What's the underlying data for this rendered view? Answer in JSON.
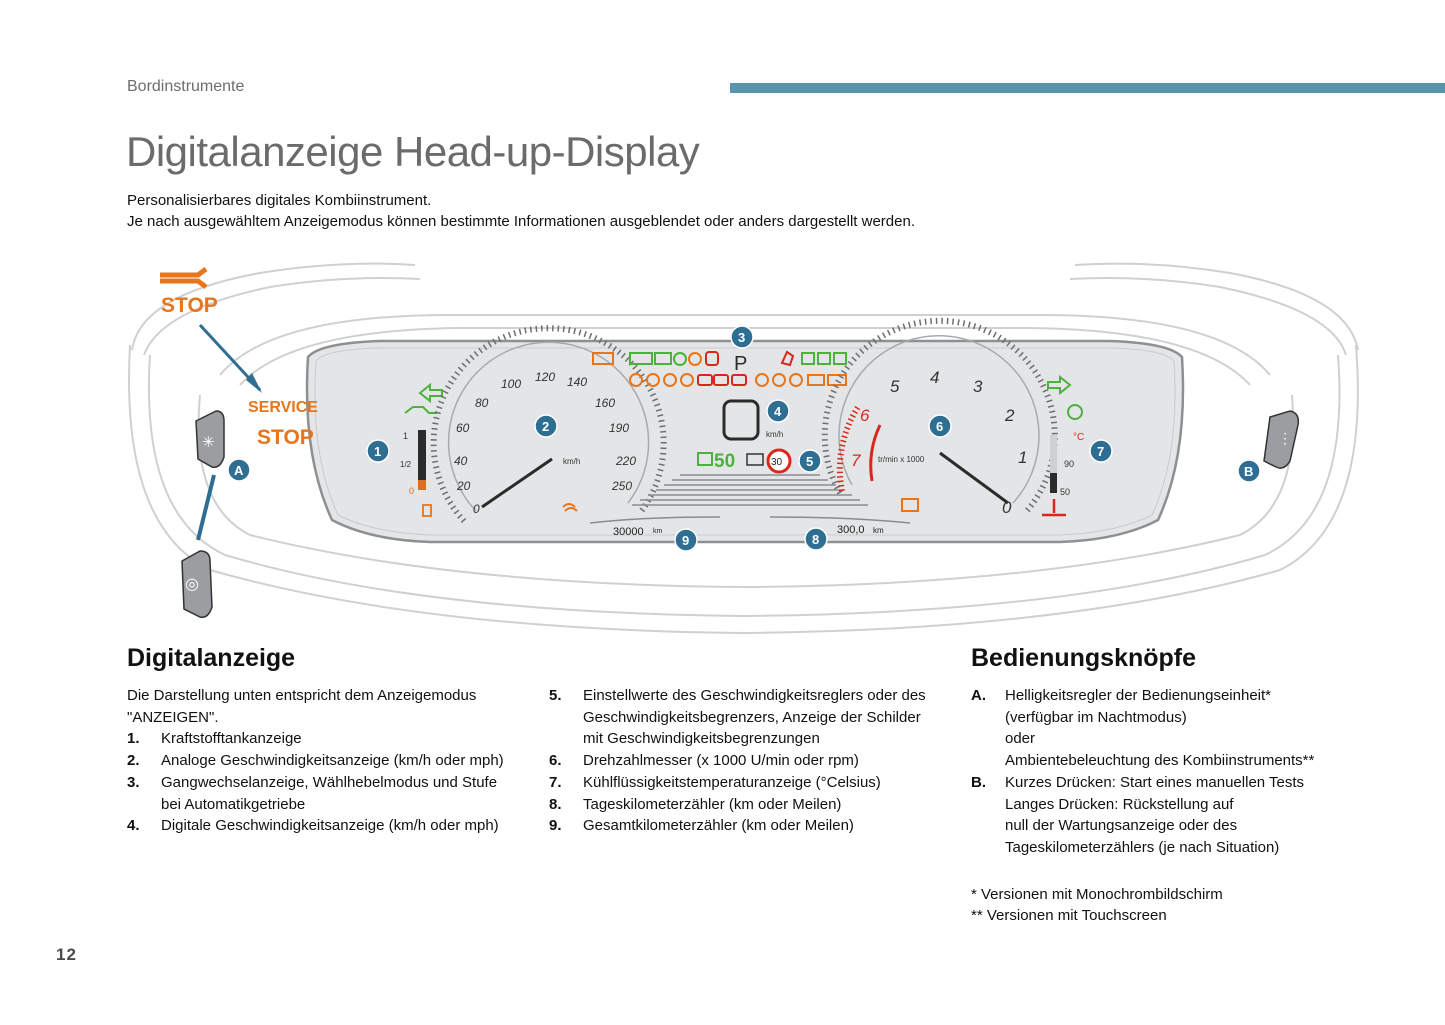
{
  "header": {
    "section": "Bordinstrumente",
    "bar_color": "#5a95ab"
  },
  "title": "Digitalanzeige Head-up-Display",
  "intro": [
    "Personalisierbares digitales Kombiinstrument.",
    "Je nach ausgewähltem Anzeigemodus können bestimmte Informationen ausgeblendet oder anders dargestellt werden."
  ],
  "figure": {
    "warning_stop": "STOP",
    "service_label": "SERVICE",
    "service_stop": "STOP",
    "gear": "P",
    "digital_speed": "50",
    "speed_unit": "km/h",
    "speed_limit_sign": "30",
    "rpm_unit": "tr/min x 1000",
    "trip_odometer": "300,0",
    "total_odometer": "30000",
    "odo_unit": "km",
    "speed_ticks": [
      "0",
      "20",
      "40",
      "60",
      "80",
      "100",
      "120",
      "140",
      "160",
      "190",
      "220",
      "250"
    ],
    "rpm_ticks": [
      "0",
      "1",
      "2",
      "3",
      "4",
      "5",
      "6",
      "7"
    ],
    "temp_labels": [
      "°C",
      "90",
      "50"
    ],
    "fuel_labels": [
      "1",
      "1/2",
      "0"
    ],
    "callouts": [
      "1",
      "2",
      "3",
      "4",
      "5",
      "6",
      "7",
      "8",
      "9",
      "A",
      "B"
    ]
  },
  "digitalanzeige": {
    "heading": "Digitalanzeige",
    "intro": "Die Darstellung unten entspricht dem Anzeigemodus \"ANZEIGEN\".",
    "items_left": [
      {
        "num": "1.",
        "text": "Kraftstofftankanzeige"
      },
      {
        "num": "2.",
        "text": "Analoge Geschwindigkeitsanzeige (km/h oder mph)"
      },
      {
        "num": "3.",
        "text": "Gangwechselanzeige, Wählhebelmodus und Stufe bei Automatikgetriebe"
      },
      {
        "num": "4.",
        "text": "Digitale Geschwindigkeitsanzeige (km/h oder mph)"
      }
    ],
    "items_mid": [
      {
        "num": "5.",
        "text": "Einstellwerte des Geschwindigkeitsreglers oder des Geschwindigkeitsbegrenzers, Anzeige der Schilder mit Geschwindigkeitsbegrenzungen"
      },
      {
        "num": "6.",
        "text": "Drehzahlmesser (x 1000 U/min oder rpm)"
      },
      {
        "num": "7.",
        "text": "Kühlflüssigkeitstemperaturanzeige (°Celsius)"
      },
      {
        "num": "8.",
        "text": "Tageskilometerzähler (km oder Meilen)"
      },
      {
        "num": "9.",
        "text": "Gesamtkilometerzähler (km oder Meilen)"
      }
    ]
  },
  "bedienung": {
    "heading": "Bedienungsknöpfe",
    "A": {
      "label": "A.",
      "lines": [
        "Helligkeitsregler der Bedienungseinheit*",
        "(verfügbar im Nachtmodus)",
        "oder",
        "Ambientebeleuchtung des Kombiinstruments**"
      ]
    },
    "B": {
      "label": "B.",
      "lines": [
        "Kurzes Drücken: Start eines manuellen Tests",
        "Langes Drücken: Rückstellung auf",
        "null der Wartungsanzeige oder des",
        "Tageskilometerzählers (je nach Situation)"
      ]
    },
    "footnotes": [
      "* Versionen mit Monochrombildschirm",
      "** Versionen mit Touchscreen"
    ]
  },
  "page_number": "12",
  "colors": {
    "callout": "#2f6e93",
    "orange": "#e8751a",
    "red": "#d8281c",
    "green": "#4db13d",
    "screen": "#e4e5e6"
  }
}
